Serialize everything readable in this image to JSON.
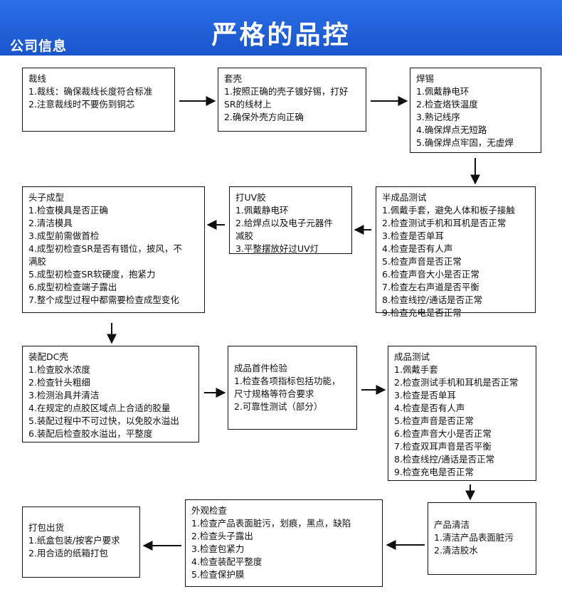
{
  "header": {
    "left_label": "公司信息",
    "title": "严格的品控"
  },
  "steps": {
    "caixian": {
      "title": "裁线",
      "items": [
        "1.裁线：确保裁线长度符合标准",
        "2.注意裁线时不要伤到铜芯"
      ]
    },
    "taoke": {
      "title": "套壳",
      "items": [
        "1.按照正确的壳子镀好锡，打好",
        "SR的线材上",
        "2.确保外壳方向正确"
      ]
    },
    "hanxi": {
      "title": "焊锡",
      "items": [
        "1.佩戴静电环",
        "2.检查烙铁温度",
        "3.熟记线序",
        "4.确保焊点无短路",
        "5.确保焊点牢固，无虚焊"
      ]
    },
    "banchengpin": {
      "title": "半成品测试",
      "items": [
        "1.佩戴手套，避免人体和板子接触",
        "2.检查测试手机和耳机是否正常",
        "3.检查是否单耳",
        "4.检查是否有人声",
        "5.检查声音是否正常",
        "6.检查声音大小是否正常",
        "7.检查左右声道是否平衡",
        "8.检查线控/通话是否正常",
        "9.检查充电是否正常"
      ]
    },
    "uv": {
      "title": "打UV胶",
      "items": [
        "1.佩戴静电环",
        "2.给焊点以及电子元器件",
        "减胶",
        "3.平整摆放好过UV灯"
      ]
    },
    "touzi": {
      "title": "头子成型",
      "items": [
        "1.检查模具是否正确",
        "2.清洁模具",
        "3.成型前需做首检",
        "4.成型初检查SR是否有错位，披风，不",
        "满胶",
        "5.成型初检查SR软硬度，抱紧力",
        "6.成型初检查端子露出",
        "7.整个成型过程中都需要检查成型变化"
      ]
    },
    "zhuangpei": {
      "title": "装配DC壳",
      "items": [
        "1.检查胶水浓度",
        "2.检查针头粗细",
        "3.检测治具并清洁",
        "4.在规定的点胶区域点上合适的胶量",
        "5.装配过程中不可过快，以免胶水溢出",
        "6.装配后检查胶水溢出，平整度"
      ]
    },
    "shoujian": {
      "title": "成品首件检验",
      "items": [
        "1.检查各项指标包括功能，",
        "尺寸规格等符合要求",
        "2.可靠性测试（部分）"
      ]
    },
    "chengpin": {
      "title": "成品测试",
      "items": [
        "1.佩戴手套",
        "2.检查测试手机和耳机是否正常",
        "3.检查是否单耳",
        "4.检查是否有人声",
        "5.检查声音是否正常",
        "6.检查声音大小是否正常",
        "7.检查双耳声音是否平衡",
        "8.检查线控/通话是否正常",
        "9.检查充电是否正常"
      ]
    },
    "qingjie": {
      "title": "产品清洁",
      "items": [
        "1.清洁产品表面脏污",
        "2.清洁胶水"
      ]
    },
    "waiguan": {
      "title": "外观检查",
      "items": [
        "1.检查产品表面脏污，划痕，黑点，缺陷",
        "2.检查头子露出",
        "3.检查包紧力",
        "4.检查装配平整度",
        "5.检查保护膜"
      ]
    },
    "dabao": {
      "title": "打包出货",
      "items": [
        "1.纸盒包装/按客户要求",
        "2.用合适的纸箱打包"
      ]
    }
  }
}
